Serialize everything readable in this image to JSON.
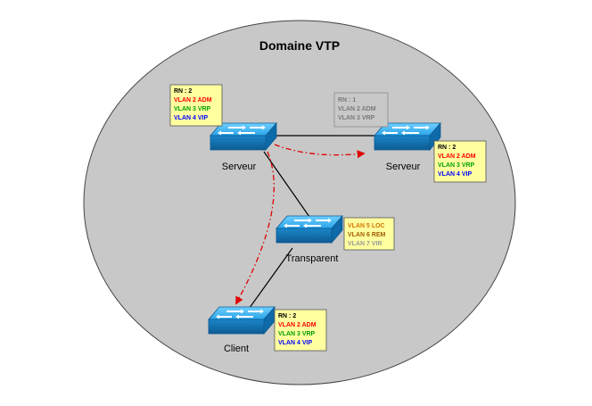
{
  "domain": {
    "title": "Domaine VTP"
  },
  "switches": [
    {
      "id": "sw-server-left",
      "label": "Serveur"
    },
    {
      "id": "sw-server-right",
      "label": "Serveur"
    },
    {
      "id": "sw-transparent",
      "label": "Transparent"
    },
    {
      "id": "sw-client",
      "label": "Client"
    }
  ],
  "info_boxes": {
    "server_left": {
      "rn": "RN : 2",
      "vlans": [
        {
          "text": "VLAN 2 ADM",
          "color": "#ff0000"
        },
        {
          "text": "VLAN 3 VRP",
          "color": "#00a000"
        },
        {
          "text": "VLAN 4 VIP",
          "color": "#0000ff"
        }
      ]
    },
    "server_right_old": {
      "rn": "RN : 1",
      "vlans": [
        {
          "text": "VLAN 2 ADM",
          "color": "#7a7a7a"
        },
        {
          "text": "VLAN 3 VRP",
          "color": "#7a7a7a"
        }
      ]
    },
    "server_right": {
      "rn": "RN : 2",
      "vlans": [
        {
          "text": "VLAN 2 ADM",
          "color": "#ff0000"
        },
        {
          "text": "VLAN 3 VRP",
          "color": "#00a000"
        },
        {
          "text": "VLAN 4 VIP",
          "color": "#0000ff"
        }
      ]
    },
    "transparent": {
      "rn": "",
      "vlans": [
        {
          "text": "VLAN 5 LOC",
          "color": "#d47500"
        },
        {
          "text": "VLAN 6 REM",
          "color": "#a05a00"
        },
        {
          "text": "VLAN 7 VIR",
          "color": "#9a9a9a"
        }
      ]
    },
    "client": {
      "rn": "RN : 2",
      "vlans": [
        {
          "text": "VLAN 2 ADM",
          "color": "#ff0000"
        },
        {
          "text": "VLAN 3 VRP",
          "color": "#00a000"
        },
        {
          "text": "VLAN 4 VIP",
          "color": "#0000ff"
        }
      ]
    }
  },
  "colors": {
    "ellipse_fill": "#c8c8c8",
    "box_fill": "#ffffa0",
    "box_grey_fill": "#c8c8c8",
    "switch_blue": "#1e8fd4",
    "arrow_red": "#e00000"
  }
}
